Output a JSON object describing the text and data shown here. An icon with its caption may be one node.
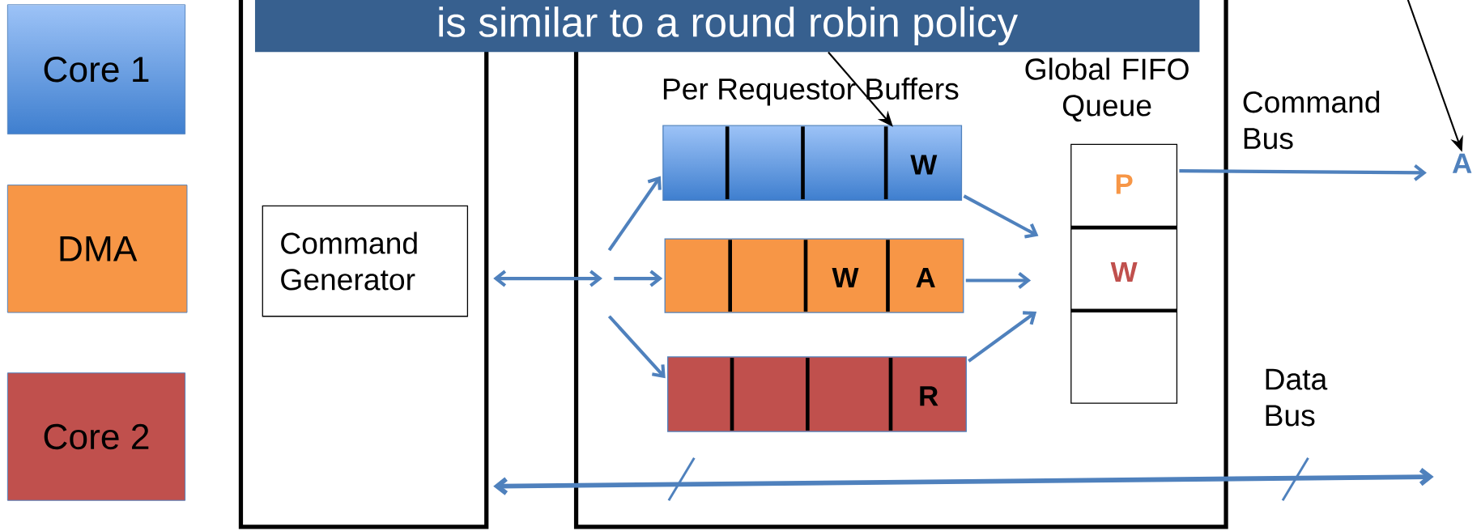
{
  "diagram": {
    "nodes": [
      {
        "text": [
          "Core 1"
        ]
      },
      {
        "text": [
          "DMA"
        ]
      },
      {
        "text": [
          "Core 2"
        ]
      },
      {
        "text": [
          "is similar to a round robin policy"
        ]
      },
      {
        "text": [],
        "shape": "box"
      },
      {
        "text": [
          "Command Generator"
        ],
        "in": 4
      },
      {
        "text": [],
        "shape": "box"
      },
      {
        "text": [
          "W"
        ],
        "in": 6
      },
      {
        "text": [
          "W",
          "A"
        ],
        "in": 6
      },
      {
        "text": [
          "R"
        ],
        "in": 6
      },
      {
        "text": [
          "Global FIFO Queue",
          "P",
          "W"
        ],
        "in": 6
      },
      {
        "text": [
          "A"
        ]
      }
    ],
    "edges": [
      {
        "from": 4,
        "to": 6,
        "arrow": "both"
      },
      {
        "from": null,
        "to": 7,
        "arrow": "to"
      },
      {
        "from": null,
        "to": 8,
        "arrow": "to"
      },
      {
        "from": null,
        "to": 9,
        "arrow": "to"
      },
      {
        "from": 7,
        "to": 10,
        "arrow": "to"
      },
      {
        "from": 8,
        "to": 10,
        "arrow": "to"
      },
      {
        "from": 9,
        "to": 10,
        "arrow": "to"
      },
      {
        "from": 10,
        "to": 11,
        "arrow": "to",
        "label": "Command Bus"
      },
      {
        "from": 4,
        "to": null,
        "arrow": "both",
        "label": "Data Bus"
      },
      {
        "from": 3,
        "to": 7,
        "arrow": "to",
        "color": "#000000"
      },
      {
        "from": null,
        "to": 11,
        "arrow": "to",
        "color": "#000000"
      }
    ],
    "labels": [
      "Per Requestor Buffers"
    ]
  }
}
